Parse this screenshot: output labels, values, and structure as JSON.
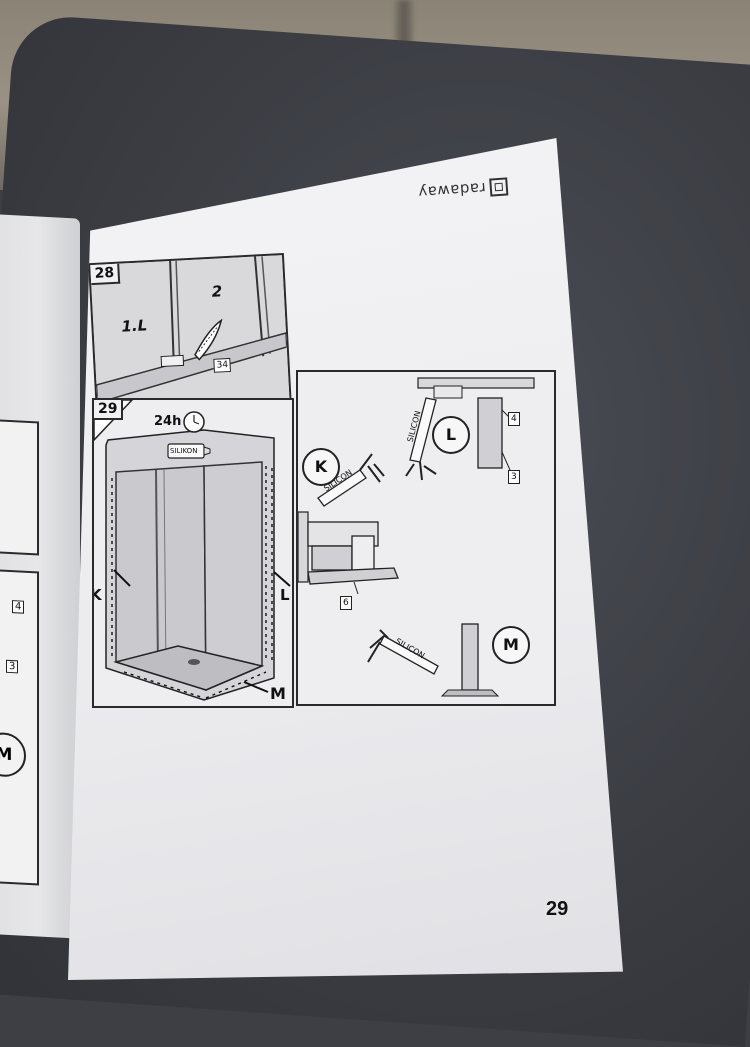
{
  "brand": {
    "name": "radaway"
  },
  "page_number": "29",
  "step28": {
    "number": "28",
    "label_door": "1.L",
    "label_panel": "2",
    "part_tag": "34"
  },
  "step29": {
    "number": "29",
    "time": "24h",
    "tube_label": "SILIKON",
    "marker_k": "K",
    "marker_l": "L",
    "marker_m": "M"
  },
  "details": {
    "circle_k": "K",
    "circle_l": "L",
    "circle_m": "M",
    "gun_label": "SILICON",
    "part_4": "4",
    "part_3": "3",
    "part_6": "6"
  },
  "left_page": {
    "part_4": "4",
    "part_3": "3",
    "circle_m": "M"
  }
}
